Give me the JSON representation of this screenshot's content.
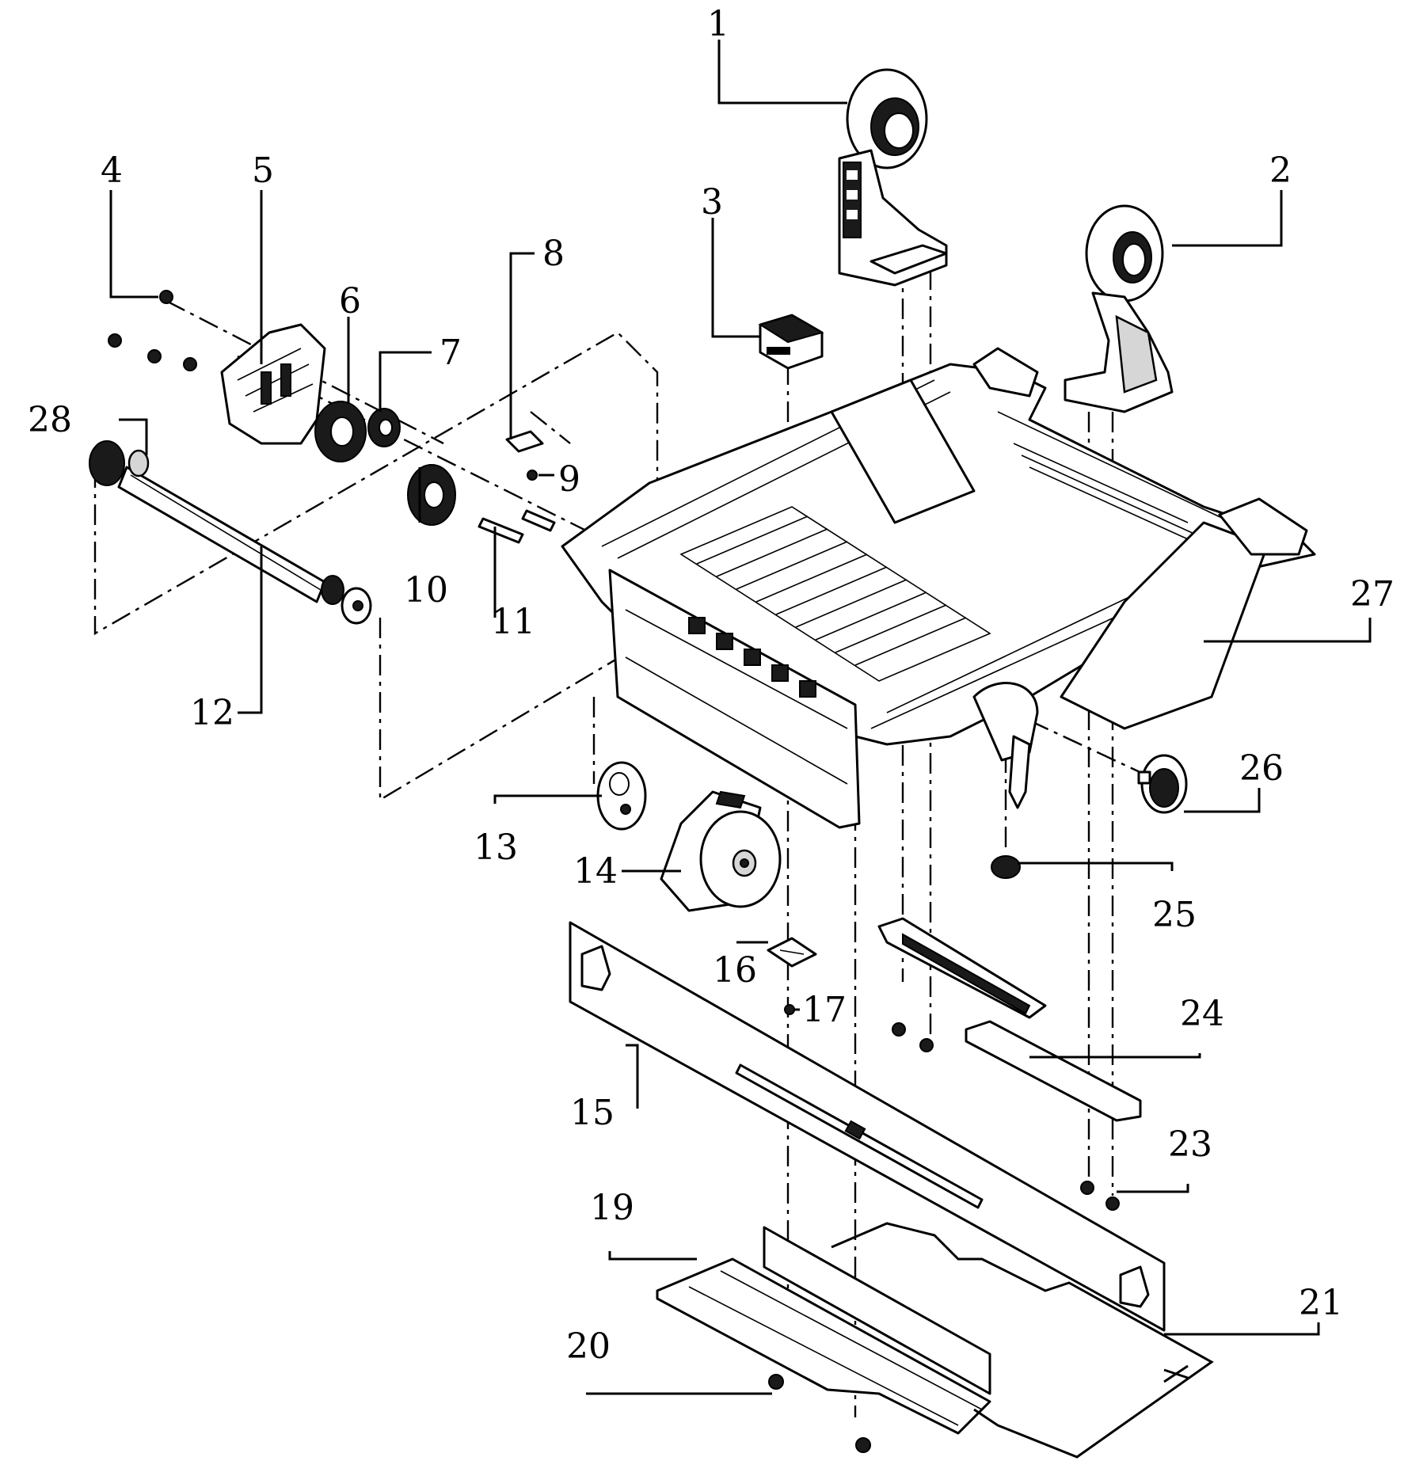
{
  "callouts": [
    {
      "id": "1",
      "label": "1"
    },
    {
      "id": "2",
      "label": "2"
    },
    {
      "id": "3",
      "label": "3"
    },
    {
      "id": "4",
      "label": "4"
    },
    {
      "id": "5",
      "label": "5"
    },
    {
      "id": "6",
      "label": "6"
    },
    {
      "id": "7",
      "label": "7"
    },
    {
      "id": "8",
      "label": "8"
    },
    {
      "id": "9",
      "label": "9"
    },
    {
      "id": "10",
      "label": "10"
    },
    {
      "id": "11",
      "label": "11"
    },
    {
      "id": "12",
      "label": "12"
    },
    {
      "id": "13",
      "label": "13"
    },
    {
      "id": "14",
      "label": "14"
    },
    {
      "id": "15",
      "label": "15"
    },
    {
      "id": "16",
      "label": "16"
    },
    {
      "id": "17",
      "label": "17"
    },
    {
      "id": "19",
      "label": "19"
    },
    {
      "id": "20",
      "label": "20"
    },
    {
      "id": "21",
      "label": "21"
    },
    {
      "id": "23",
      "label": "23"
    },
    {
      "id": "24",
      "label": "24"
    },
    {
      "id": "25",
      "label": "25"
    },
    {
      "id": "26",
      "label": "26"
    },
    {
      "id": "27",
      "label": "27"
    },
    {
      "id": "28",
      "label": "28"
    }
  ]
}
